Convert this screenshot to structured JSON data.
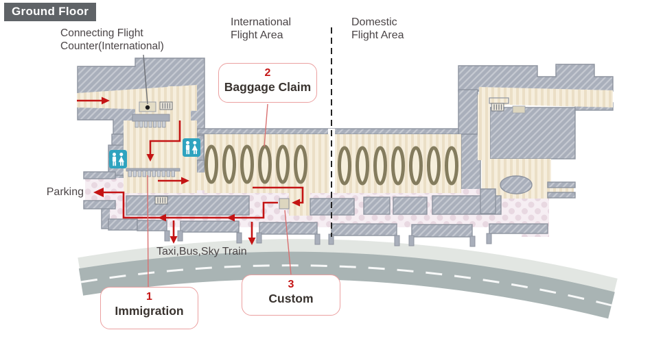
{
  "page": {
    "badge": "Ground Floor"
  },
  "area_labels": {
    "international": {
      "l1": "International",
      "l2": "Flight Area"
    },
    "domestic": {
      "l1": "Domestic",
      "l2": "Flight Area"
    }
  },
  "labels": {
    "connecting": {
      "l1": "Connecting Flight",
      "l2": "Counter(International)"
    },
    "parking": "Parking",
    "transport": "Taxi,Bus,Sky Train"
  },
  "locations": {
    "immigration": {
      "number": "1",
      "name": "Immigration"
    },
    "baggage_claim": {
      "number": "2",
      "name": "Baggage Claim"
    },
    "custom": {
      "number": "3",
      "name": "Custom"
    }
  },
  "map": {
    "belts": {
      "international": 6,
      "domestic": 7
    },
    "restrooms": 2,
    "escalators": 3,
    "colors": {
      "wall": "#a9afbb",
      "wall_hatch": "#c6cad2",
      "wall_border": "#8d939f",
      "floor": "#f6eedd",
      "floor_stripe": "#ebdfc6",
      "arrival_floor": "#f6eef3",
      "arrival_dot": "#e8d8e1",
      "belt": "#847c5e",
      "restroom": "#2fa3bf",
      "flow_arrow": "#c41414",
      "leader_red": "#d97070",
      "leader_gray": "#6d7076",
      "road": "#a9b4b4",
      "sidewalk": "#e2e6e2",
      "road_dash": "#ffffff",
      "box_border": "#eb9f9f",
      "number_red": "#c41414",
      "text_dark": "#39332f",
      "badge_bg": "#5f6367",
      "badge_text": "#ffffff",
      "divider": "#222222"
    }
  }
}
